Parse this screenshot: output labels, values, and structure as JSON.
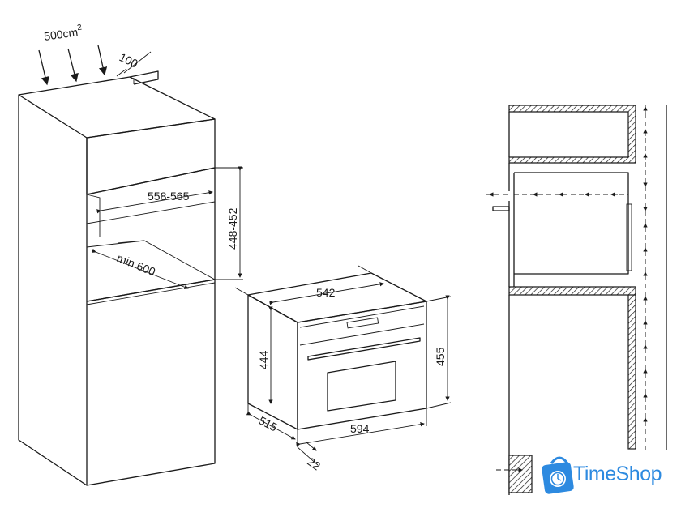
{
  "diagram": {
    "labels": {
      "airflow_area": "500cm",
      "airflow_area_sup": "2",
      "vent_depth": "100",
      "niche_width": "558-565",
      "niche_height": "448-452",
      "niche_depth": "min 600",
      "oven_top_width": "542",
      "oven_height_left": "444",
      "oven_height_right": "455",
      "oven_front_width": "594",
      "oven_depth": "515",
      "door_thickness": "22"
    }
  },
  "brand": {
    "name": "TimeShop",
    "color": "#2d8ae0"
  },
  "colors": {
    "line": "#1a1a1a",
    "background": "#ffffff"
  }
}
